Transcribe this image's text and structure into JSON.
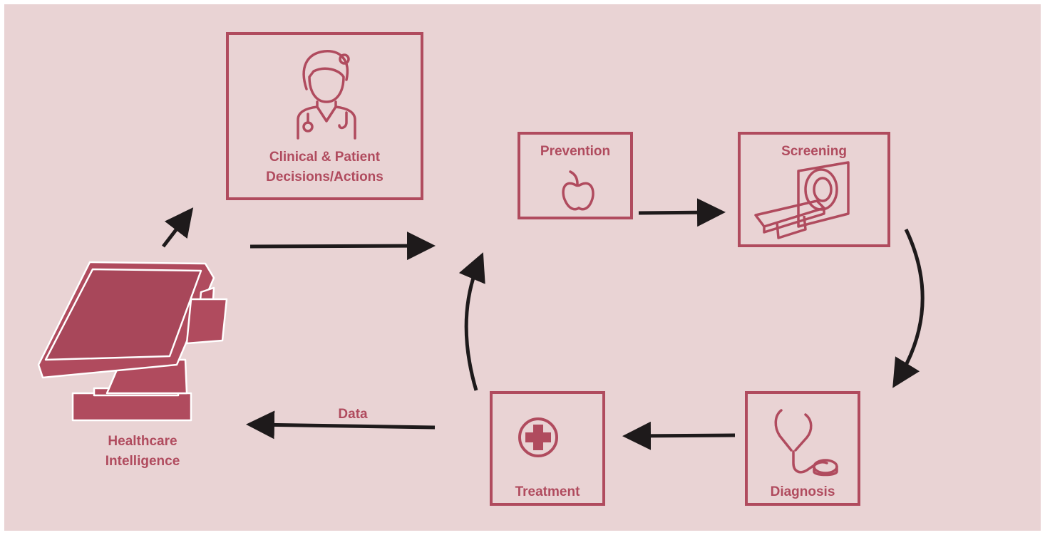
{
  "nodes": {
    "clinical": {
      "line1": "Clinical & Patient",
      "line2": "Decisions/Actions",
      "icon": "doctor-icon"
    },
    "prevention": {
      "label": "Prevention",
      "icon": "apple-icon"
    },
    "screening": {
      "label": "Screening",
      "icon": "ct-scanner-icon"
    },
    "diagnosis": {
      "label": "Diagnosis",
      "icon": "stethoscope-icon"
    },
    "treatment": {
      "label": "Treatment",
      "icon": "medical-cross-icon"
    },
    "intelligence": {
      "line1": "Healthcare",
      "line2": "Intelligence",
      "icon": "computer-terminal-icon"
    }
  },
  "edges": {
    "data_label": "Data"
  },
  "colors": {
    "background": "#e9d3d4",
    "accent": "#b04b5e",
    "arrow": "#1e1a1b"
  }
}
